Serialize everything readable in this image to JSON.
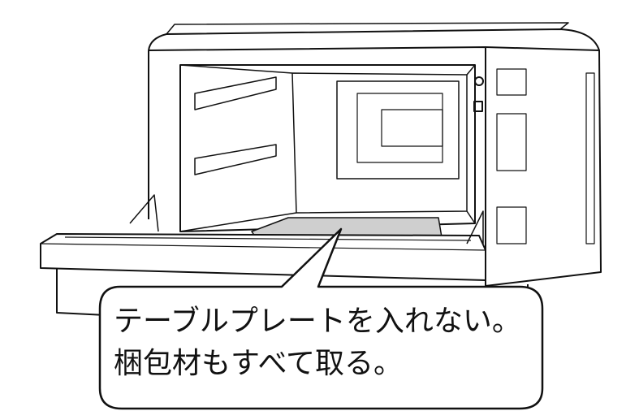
{
  "illustration": {
    "subject": "microwave-oven-open-door",
    "colors": {
      "line": "#111111",
      "tray": "#cfcfcf",
      "background": "#ffffff"
    }
  },
  "callout": {
    "line1": "テーブルプレートを入れない。",
    "line2": "梱包材もすべて取る。"
  }
}
